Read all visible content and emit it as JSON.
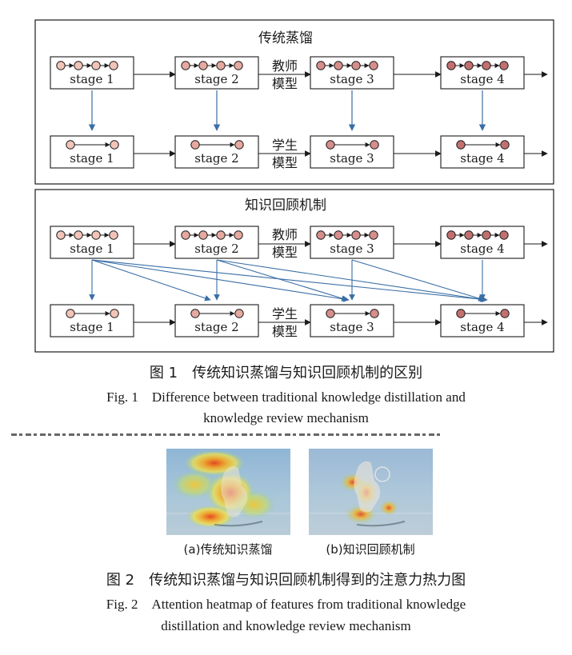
{
  "figure1": {
    "panel_top_title": "传统蒸馏",
    "panel_bottom_title": "知识回顾机制",
    "stage_labels": [
      "stage 1",
      "stage 2",
      "stage 3",
      "stage 4"
    ],
    "teacher_label": [
      "教师",
      "模型"
    ],
    "student_label": [
      "学生",
      "模型"
    ],
    "caption_cn": "图 1　传统知识蒸馏与知识回顾机制的区别",
    "caption_en_line1": "Fig. 1　Difference between traditional knowledge distillation and",
    "caption_en_line2": "knowledge review mechanism"
  },
  "figure2": {
    "sub_a": "(a)传统知识蒸馏",
    "sub_b": "(b)知识回顾机制",
    "caption_cn": "图 2　传统知识蒸馏与知识回顾机制得到的注意力热力图",
    "caption_en_line1": "Fig. 2　Attention heatmap of features from traditional knowledge",
    "caption_en_line2": "distillation and knowledge review mechanism"
  },
  "colors": {
    "arrow_blue": "#3a6ea5",
    "node_stage1": "#f2c4b8",
    "node_stage2": "#e5a9a0",
    "node_stage3": "#d68e8a",
    "node_stage4": "#c2706f",
    "outline": "#1a1a1a"
  }
}
